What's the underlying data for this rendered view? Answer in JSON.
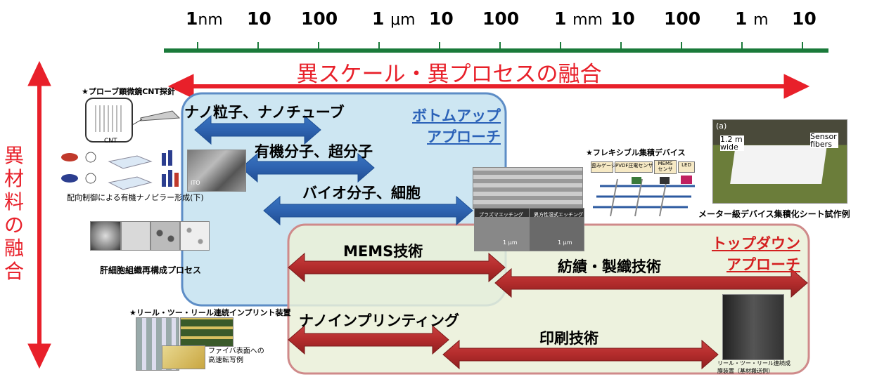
{
  "scale": {
    "ticks": [
      {
        "num": "1",
        "unit": "nm"
      },
      {
        "num": "10",
        "unit": ""
      },
      {
        "num": "100",
        "unit": ""
      },
      {
        "num": "1",
        "unit": "μm"
      },
      {
        "num": "10",
        "unit": ""
      },
      {
        "num": "100",
        "unit": ""
      },
      {
        "num": "1",
        "unit": "mm"
      },
      {
        "num": "10",
        "unit": ""
      },
      {
        "num": "100",
        "unit": ""
      },
      {
        "num": "1",
        "unit": "m"
      },
      {
        "num": "10",
        "unit": ""
      }
    ],
    "axis_color": "#1a7a3a"
  },
  "fusion_scale_label": "異スケール・異プロセスの融合",
  "fusion_material_label": "異材料の融合",
  "bottom_up": {
    "title_line1": "ボトムアップ",
    "title_line2": "アプローチ",
    "color": "#2b62b8"
  },
  "top_down": {
    "title_line1": "トップダウン",
    "title_line2": "アプローチ",
    "color": "#d42020"
  },
  "blue_arrows": [
    {
      "label": "ナノ粒子、ナノチューブ"
    },
    {
      "label": "有機分子、超分子"
    },
    {
      "label": "バイオ分子、細胞"
    }
  ],
  "red_arrows": [
    {
      "label": "MEMS技術"
    },
    {
      "label": "紡績・製織技術"
    },
    {
      "label": "ナノインプリンティング"
    },
    {
      "label": "印刷技術"
    }
  ],
  "captions": {
    "probe": "★プローブ顕微鏡CNT探針",
    "probe_cnt": "CNT",
    "organic": "配向制御による有機ナノピラー形成(下)",
    "liver": "肝細胞組織再構成プロセス",
    "flexible": "★フレキシブル集積デバイス",
    "flex_parts": [
      "歪みゲージ",
      "PVDF圧電センサ",
      "MEMS センサ",
      "LED"
    ],
    "meter": "メーター級デバイス集積化シート試作例",
    "photo_a": "(a)",
    "photo_width": "1.2 m wide",
    "photo_sensor": "Sensor fibers",
    "r2r": "★リール・ツー・リール連続インプリント装置",
    "fiber_surface": "ファイバ表面への 高速転写例",
    "r2r_film": "リール・ツー・リール連続成膜装置（基材搬送例）",
    "mems_etch1": "プラズマエッチング",
    "mems_etch2": "異方性湿式エッチング",
    "scale_um1": "1 μm",
    "scale_um2": "1 μm",
    "ito": "ITO"
  }
}
